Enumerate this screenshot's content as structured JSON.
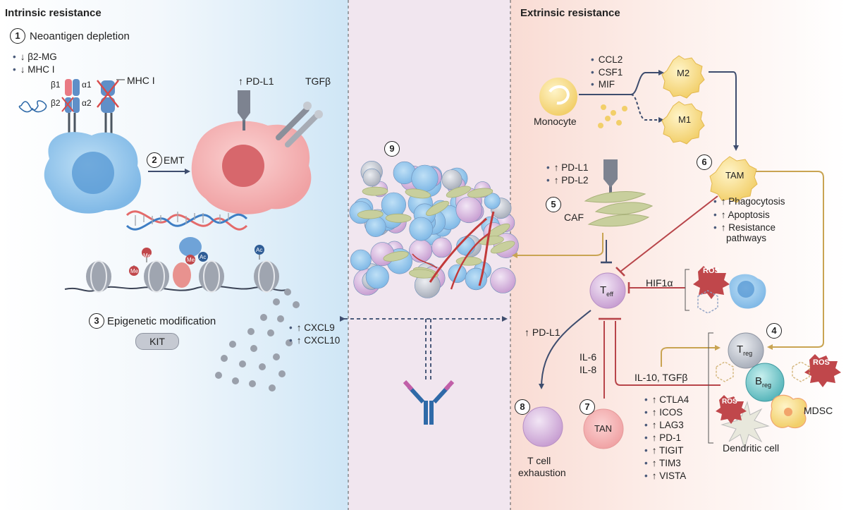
{
  "intrinsic": {
    "title": "Intrinsic resistance",
    "neoantigen": {
      "number": "1",
      "label": "Neoantigen depletion",
      "items": [
        "↓ β2-MG",
        "↓ MHC I"
      ]
    },
    "mhc_labels": {
      "b1": "β1",
      "a1": "α1",
      "b2": "β2",
      "a2": "α2",
      "mhc": "MHC I"
    },
    "emt": {
      "number": "2",
      "label": "EMT"
    },
    "pdl1": "↑ PD-L1",
    "tgfb": "TGFβ",
    "epigenetic": {
      "number": "3",
      "label": "Epigenetic modification",
      "kit": "KIT"
    },
    "marks": {
      "me": "Me",
      "ac": "Ac"
    },
    "chemokines": [
      "↑ CXCL9",
      "↑ CXCL10"
    ]
  },
  "tme": {
    "number": "9"
  },
  "extrinsic": {
    "title": "Extrinsic resistance",
    "monocyte": {
      "label": "Monocyte",
      "factors": [
        "CCL2",
        "CSF1",
        "MIF"
      ]
    },
    "m2": "M2",
    "m1": "M1",
    "caf": {
      "number": "5",
      "label": "CAF",
      "items": [
        "↑ PD-L1",
        "↑ PD-L2"
      ]
    },
    "tam": {
      "number": "6",
      "label": "TAM",
      "items": [
        "↑ Phagocytosis",
        "↑ Apoptosis",
        "↑ Resistance",
        "pathways"
      ]
    },
    "teff": {
      "main": "T",
      "sub": "eff"
    },
    "hif": "HIF1α",
    "ros": "ROS",
    "treg": {
      "number": "4",
      "main": "T",
      "sub": "reg"
    },
    "breg": {
      "main": "B",
      "sub": "reg"
    },
    "mdsc": "MDSC",
    "dendritic": "Dendritic cell",
    "pdl1": "↑ PD-L1",
    "il": [
      "IL-6",
      "IL-8"
    ],
    "il10": "IL-10, TGFβ",
    "checkpoints": [
      "↑ CTLA4",
      "↑ ICOS",
      "↑ LAG3",
      "↑ PD-1",
      "↑ TIGIT",
      "↑ TIM3",
      "↑ VISTA"
    ],
    "exhaustion": {
      "number": "8",
      "label": "T cell",
      "label2": "exhaustion"
    },
    "tan": {
      "number": "7",
      "label": "TAN"
    }
  }
}
